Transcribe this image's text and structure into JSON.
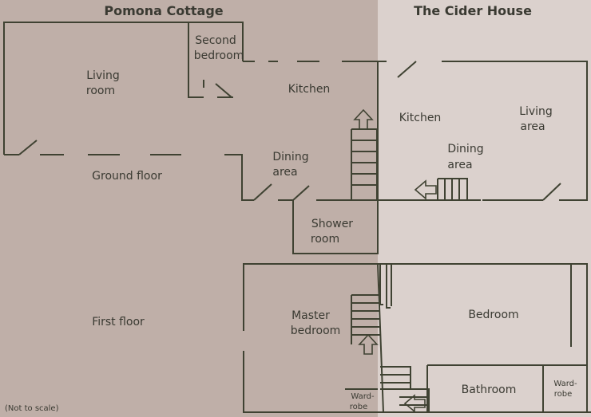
{
  "titles": {
    "left": "Pomona Cottage",
    "right": "The Cider House"
  },
  "floors": {
    "ground": "Ground floor",
    "first": "First floor"
  },
  "rooms": {
    "pc_living": [
      "Living",
      "room"
    ],
    "pc_second_bedroom": [
      "Second",
      "bedroom"
    ],
    "pc_kitchen": "Kitchen",
    "pc_dining": [
      "Dining",
      "area"
    ],
    "pc_shower": [
      "Shower",
      "room"
    ],
    "pc_master": [
      "Master",
      "bedroom"
    ],
    "pc_wardrobe": [
      "Ward-",
      "robe"
    ],
    "ch_kitchen": "Kitchen",
    "ch_living": [
      "Living",
      "area"
    ],
    "ch_dining": [
      "Dining",
      "area"
    ],
    "ch_bedroom": "Bedroom",
    "ch_bathroom": "Bathroom",
    "ch_wardrobe": [
      "Ward-",
      "robe"
    ]
  },
  "note": "(Not to scale)",
  "colors": {
    "left_background": "#bfafa8",
    "right_background": "#dbd1cd",
    "wall": "#3f4232"
  }
}
